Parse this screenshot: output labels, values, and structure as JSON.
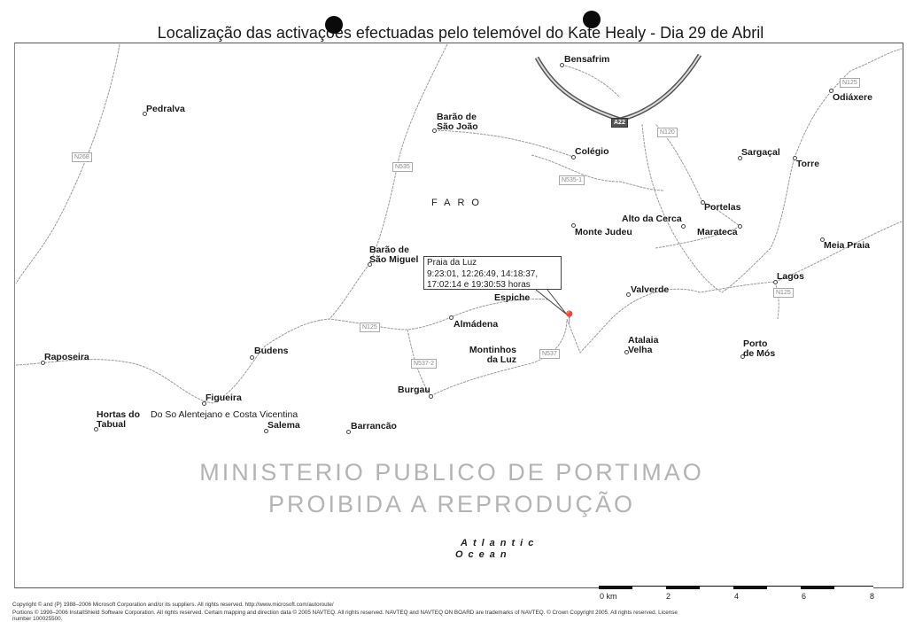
{
  "title": "Localização das activações efectuadas pelo telemóvel do Kate Healy - Dia 29 de Abril",
  "region_label": "FARO",
  "ocean_label": [
    "Atlantic",
    "Ocean"
  ],
  "callout": {
    "place": "Praia da Luz",
    "times_line1": "9:23:01, 12:26:49, 14:18:37,",
    "times_line2": "17:02:14 e 19:30:53 horas"
  },
  "watermark": [
    "MINISTERIO PUBLICO DE PORTIMAO",
    "PROIBIDA A REPRODUÇÃO"
  ],
  "places": {
    "bensafrim": "Bensafrim",
    "pedralva": "Pedralva",
    "barao_sao_joao": [
      "Barão de",
      "São João"
    ],
    "colegio": "Colégio",
    "sargacal": "Sargaçal",
    "odiaxere": "Odiáxere",
    "torre": "Torre",
    "portelas": "Portelas",
    "alto_da_cerca": "Alto da Cerca",
    "monte_judeu": "Monte Judeu",
    "marateca": "Marateca",
    "meia_praia": "Meia Praia",
    "lagos": "Lagos",
    "barao_sao_miguel": [
      "Barão de",
      "São Miguel"
    ],
    "espiche": "Espiche",
    "valverde": "Valverde",
    "almadena": "Almádena",
    "montinhos": [
      "Montinhos",
      "da Luz"
    ],
    "atalaia": [
      "Atalaia",
      "Velha"
    ],
    "porto_de_mos": [
      "Porto",
      "de Mós"
    ],
    "raposeira": "Raposeira",
    "budens": "Budens",
    "burgau": "Burgau",
    "figueira": "Figueira",
    "hortas": [
      "Hortas do",
      "Tabual"
    ],
    "parque": "Do So Alentejano e Costa Vicentina",
    "salema": "Salema",
    "barrancao": "Barrancão"
  },
  "roads": {
    "n268": "N268",
    "n535": "N535",
    "n535_1": "N535-1",
    "a22": "A22",
    "n120": "N120",
    "n125_ne": "N125",
    "n125_w": "N125",
    "n537_2": "N537-2",
    "n537": "N537",
    "n125_lagos": "N125"
  },
  "scale": {
    "unit_label": "0 km",
    "ticks": [
      "2",
      "4",
      "6",
      "8"
    ]
  },
  "copyright": [
    "Copyright © and (P) 1988–2006 Microsoft Corporation and/or its suppliers. All rights reserved. http://www.microsoft.com/autoroute/",
    "Portions © 1990–2006 InstallShield Software Corporation. All rights reserved. Certain mapping and direction data © 2005 NAVTEQ. All rights reserved. NAVTEQ and NAVTEQ ON BOARD are trademarks of NAVTEQ. © Crown Copyright 2005. All rights reserved. License",
    "number 100025500."
  ]
}
